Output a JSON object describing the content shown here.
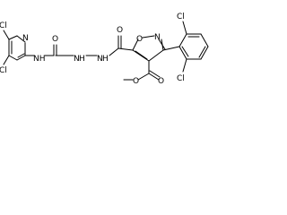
{
  "colors": {
    "background": "#ffffff",
    "bond": "#000000",
    "label": "#000000"
  },
  "structure": {
    "labels": {
      "cl_top_left_ring": "Cl",
      "cl_left_ring_bottom": "Cl",
      "n_left_ring": "N",
      "nh_urea": "NH",
      "o_urea": "O",
      "nh_hydrazide_1": "N",
      "nh_hydrazide_1_h": "H",
      "nh_hydrazide_2": "N",
      "nh_hydrazide_2_h": "H",
      "o_amide": "O",
      "o_isoxazole": "O",
      "n_isoxazole": "N",
      "cl_right_top": "Cl",
      "cl_right_bottom": "Cl",
      "o_ester_single": "O",
      "o_ester_double": "O"
    }
  }
}
